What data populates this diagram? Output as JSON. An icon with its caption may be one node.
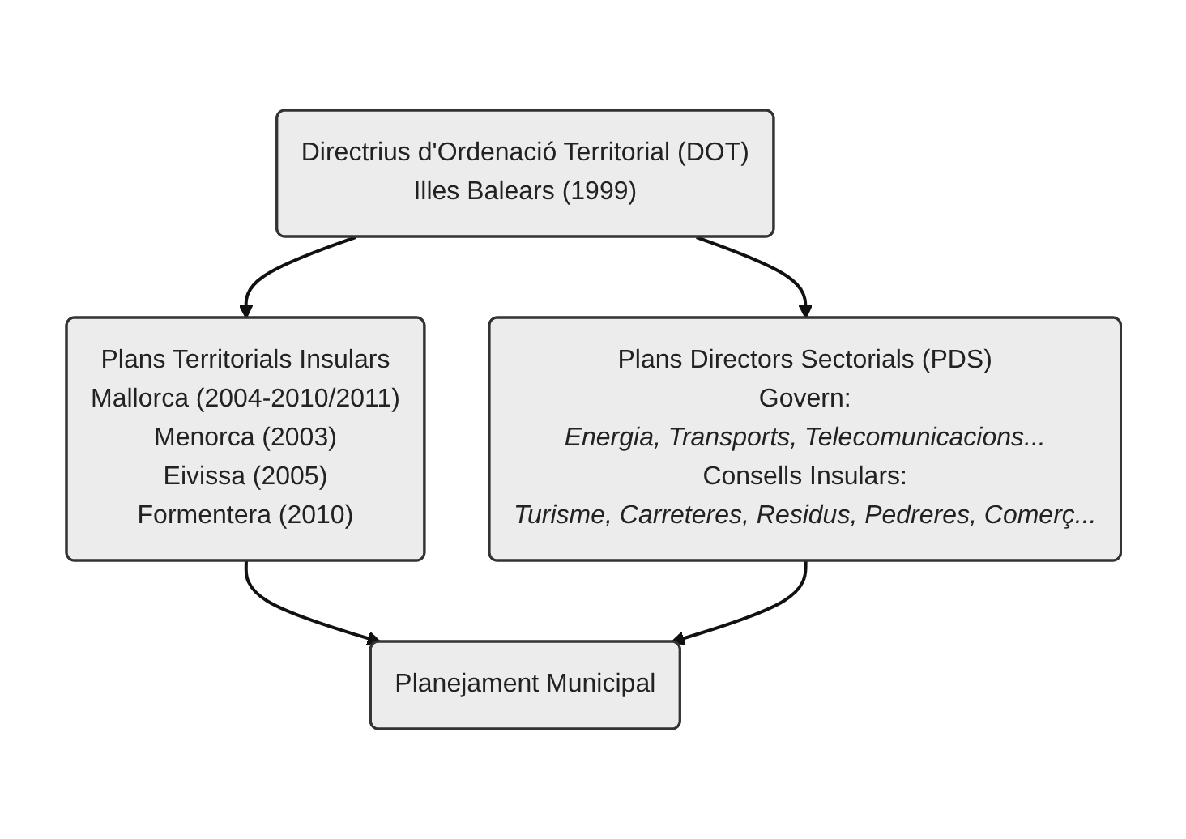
{
  "diagram": {
    "nodes": [
      {
        "text": [
          "Directrius d'Ordenació Territorial (DOT)",
          "Illes Balears (1999)"
        ]
      },
      {
        "text": [
          "Plans Territorials Insulars",
          "Mallorca (2004-2010/2011)",
          "Menorca (2003)",
          "Eivissa (2005)",
          "Formentera (2010)"
        ]
      },
      {
        "text": [
          "Plans Directors Sectorials (PDS)",
          "Govern:",
          "Energia, Transports, Telecomunicacions...",
          "Consells Insulars:",
          "Turisme, Carreteres, Residus, Pedreres, Comerç..."
        ]
      },
      {
        "text": [
          "Planejament Municipal"
        ]
      }
    ],
    "edges": [
      {
        "from": 0,
        "to": 1,
        "arrow": "to"
      },
      {
        "from": 0,
        "to": 2,
        "arrow": "to"
      },
      {
        "from": 1,
        "to": 3,
        "arrow": "to"
      },
      {
        "from": 2,
        "to": 3,
        "arrow": "to"
      }
    ]
  }
}
